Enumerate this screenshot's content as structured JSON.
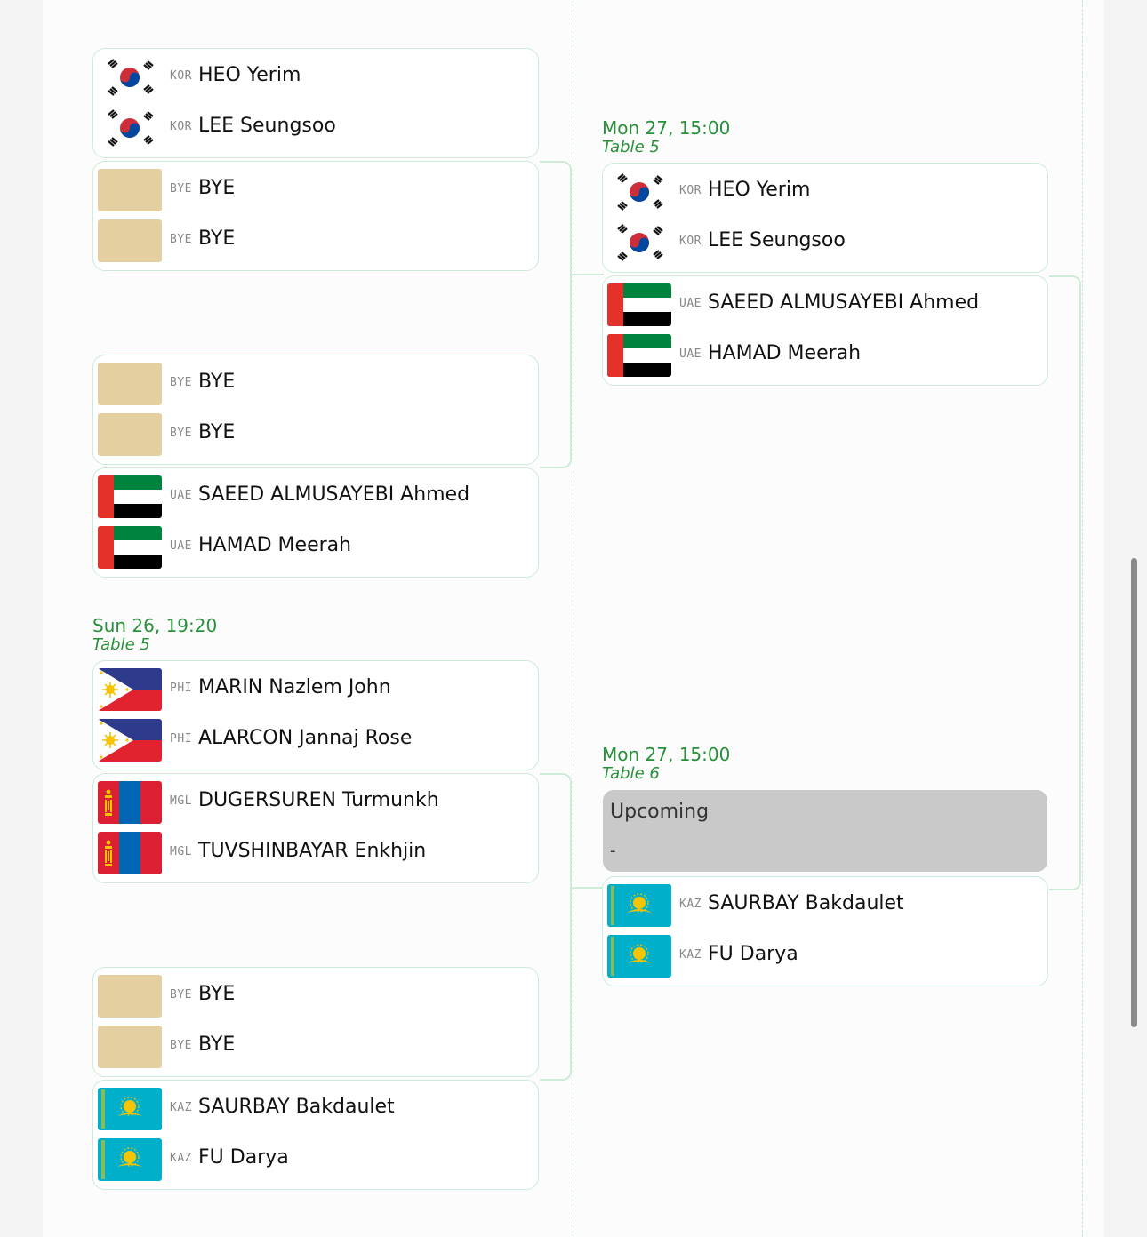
{
  "round1": {
    "matches": [
      {
        "time": "",
        "table": "",
        "teams": [
          {
            "players": [
              {
                "code": "KOR",
                "name": "HEO Yerim",
                "flag": "kor"
              },
              {
                "code": "KOR",
                "name": "LEE Seungsoo",
                "flag": "kor"
              }
            ]
          },
          {
            "players": [
              {
                "code": "BYE",
                "name": "BYE",
                "flag": "bye"
              },
              {
                "code": "BYE",
                "name": "BYE",
                "flag": "bye"
              }
            ]
          }
        ]
      },
      {
        "time": "",
        "table": "",
        "teams": [
          {
            "players": [
              {
                "code": "BYE",
                "name": "BYE",
                "flag": "bye"
              },
              {
                "code": "BYE",
                "name": "BYE",
                "flag": "bye"
              }
            ]
          },
          {
            "players": [
              {
                "code": "UAE",
                "name": "SAEED ALMUSAYEBI Ahmed",
                "flag": "uae"
              },
              {
                "code": "UAE",
                "name": "HAMAD Meerah",
                "flag": "uae"
              }
            ]
          }
        ]
      },
      {
        "time": "Sun 26, 19:20",
        "table": "Table 5",
        "teams": [
          {
            "players": [
              {
                "code": "PHI",
                "name": "MARIN Nazlem John",
                "flag": "phi"
              },
              {
                "code": "PHI",
                "name": "ALARCON Jannaj Rose",
                "flag": "phi"
              }
            ]
          },
          {
            "players": [
              {
                "code": "MGL",
                "name": "DUGERSUREN Turmunkh",
                "flag": "mgl"
              },
              {
                "code": "MGL",
                "name": "TUVSHINBAYAR Enkhjin",
                "flag": "mgl"
              }
            ]
          }
        ]
      },
      {
        "time": "",
        "table": "",
        "teams": [
          {
            "players": [
              {
                "code": "BYE",
                "name": "BYE",
                "flag": "bye"
              },
              {
                "code": "BYE",
                "name": "BYE",
                "flag": "bye"
              }
            ]
          },
          {
            "players": [
              {
                "code": "KAZ",
                "name": "SAURBAY Bakdaulet",
                "flag": "kaz"
              },
              {
                "code": "KAZ",
                "name": "FU Darya",
                "flag": "kaz"
              }
            ]
          }
        ]
      }
    ]
  },
  "round2": {
    "matches": [
      {
        "time": "Mon 27, 15:00",
        "table": "Table 5",
        "teams": [
          {
            "players": [
              {
                "code": "KOR",
                "name": "HEO Yerim",
                "flag": "kor"
              },
              {
                "code": "KOR",
                "name": "LEE Seungsoo",
                "flag": "kor"
              }
            ]
          },
          {
            "players": [
              {
                "code": "UAE",
                "name": "SAEED ALMUSAYEBI Ahmed",
                "flag": "uae"
              },
              {
                "code": "UAE",
                "name": "HAMAD Meerah",
                "flag": "uae"
              }
            ]
          }
        ]
      },
      {
        "time": "Mon 27, 15:00",
        "table": "Table 6",
        "upcoming": {
          "label": "Upcoming",
          "dash": "-"
        },
        "teams": [
          {
            "players": [
              {
                "code": "KAZ",
                "name": "SAURBAY Bakdaulet",
                "flag": "kaz"
              },
              {
                "code": "KAZ",
                "name": "FU Darya",
                "flag": "kaz"
              }
            ]
          }
        ]
      }
    ]
  },
  "colors": {
    "accent_green": "#27913a",
    "border": "#cdebd8",
    "upcoming_bg": "#c9c9c9",
    "bye_flag": "#e3cfa0"
  }
}
